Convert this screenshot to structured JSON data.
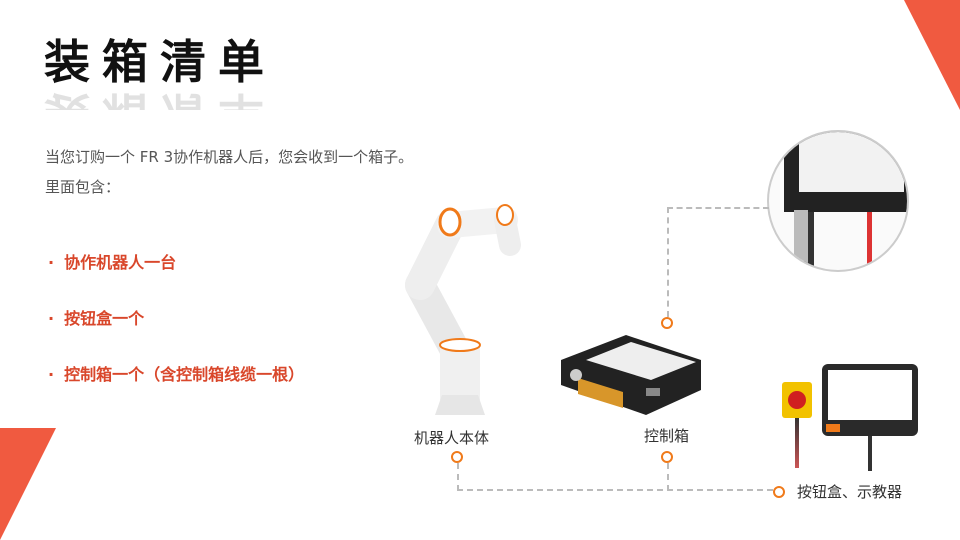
{
  "title": "装箱清单",
  "intro": {
    "line1": "当您订购一个 FR 3协作机器人后，您会收到一个箱子。",
    "line2": "里面包含："
  },
  "bullets": [
    {
      "marker": "·",
      "text": "协作机器人一台"
    },
    {
      "marker": "·",
      "text": "按钮盒一个"
    },
    {
      "marker": "·",
      "text": "控制箱一个（含控制箱线缆一根）"
    }
  ],
  "diagram": {
    "robot_label": "机器人本体",
    "controller_label": "控制箱",
    "pendant_label": "按钮盒、示教器"
  },
  "colors": {
    "accent": "#f05a40",
    "bullet": "#d9472b",
    "ring": "#f07a1a"
  }
}
